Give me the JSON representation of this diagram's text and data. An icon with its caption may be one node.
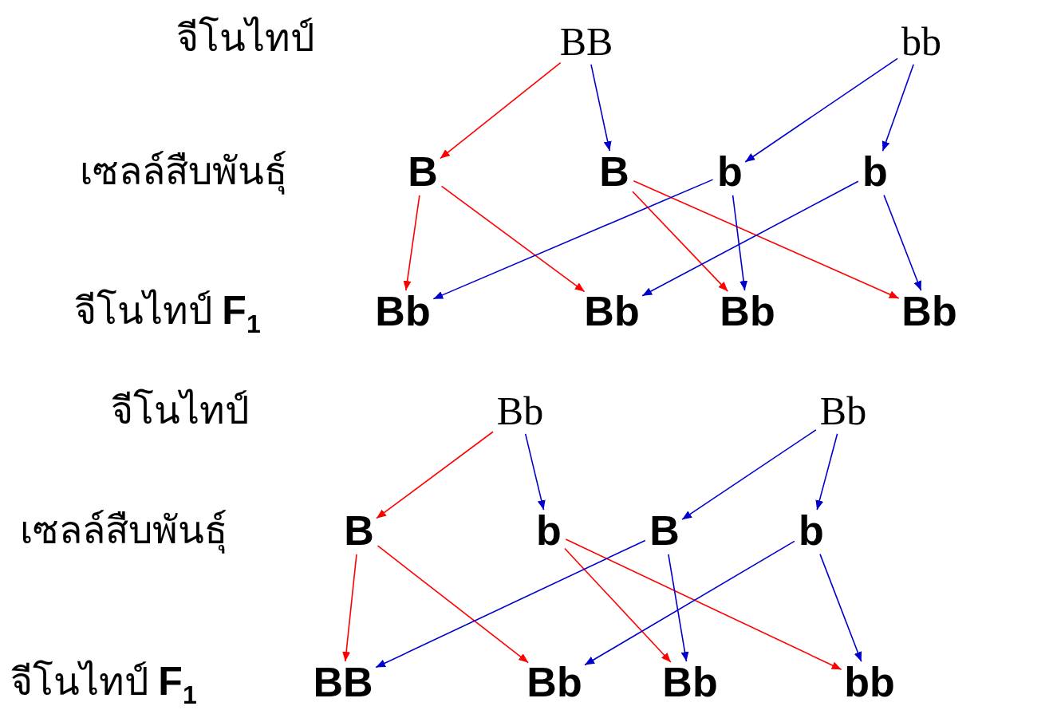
{
  "diagram": {
    "nodes": [
      {
        "text": [
          "BB"
        ]
      },
      {
        "text": [
          "bb"
        ]
      },
      {
        "text": [
          "B"
        ]
      },
      {
        "text": [
          "B"
        ]
      },
      {
        "text": [
          "b"
        ]
      },
      {
        "text": [
          "b"
        ]
      },
      {
        "text": [
          "Bb"
        ]
      },
      {
        "text": [
          "Bb"
        ]
      },
      {
        "text": [
          "Bb"
        ]
      },
      {
        "text": [
          "Bb"
        ]
      },
      {
        "text": [
          "Bb"
        ]
      },
      {
        "text": [
          "Bb"
        ]
      },
      {
        "text": [
          "B"
        ]
      },
      {
        "text": [
          "b"
        ]
      },
      {
        "text": [
          "B"
        ]
      },
      {
        "text": [
          "b"
        ]
      },
      {
        "text": [
          "BB"
        ]
      },
      {
        "text": [
          "Bb"
        ]
      },
      {
        "text": [
          "Bb"
        ]
      },
      {
        "text": [
          "bb"
        ]
      }
    ],
    "edges": [
      {
        "from": 0,
        "to": 2,
        "arrow": "to",
        "color": "#ff0000"
      },
      {
        "from": 0,
        "to": 3,
        "arrow": "to",
        "color": "#0000cc"
      },
      {
        "from": 1,
        "to": 4,
        "arrow": "to",
        "color": "#0000cc"
      },
      {
        "from": 1,
        "to": 5,
        "arrow": "to",
        "color": "#0000cc"
      },
      {
        "from": 2,
        "to": 6,
        "arrow": "to",
        "color": "#ff0000"
      },
      {
        "from": 2,
        "to": 7,
        "arrow": "to",
        "color": "#ff0000"
      },
      {
        "from": 3,
        "to": 8,
        "arrow": "to",
        "color": "#ff0000"
      },
      {
        "from": 3,
        "to": 9,
        "arrow": "to",
        "color": "#ff0000"
      },
      {
        "from": 4,
        "to": 6,
        "arrow": "to",
        "color": "#0000cc"
      },
      {
        "from": 4,
        "to": 8,
        "arrow": "to",
        "color": "#0000cc"
      },
      {
        "from": 5,
        "to": 7,
        "arrow": "to",
        "color": "#0000cc"
      },
      {
        "from": 5,
        "to": 9,
        "arrow": "to",
        "color": "#0000cc"
      },
      {
        "from": 10,
        "to": 12,
        "arrow": "to",
        "color": "#ff0000"
      },
      {
        "from": 10,
        "to": 13,
        "arrow": "to",
        "color": "#0000cc"
      },
      {
        "from": 11,
        "to": 14,
        "arrow": "to",
        "color": "#0000cc"
      },
      {
        "from": 11,
        "to": 15,
        "arrow": "to",
        "color": "#0000cc"
      },
      {
        "from": 12,
        "to": 16,
        "arrow": "to",
        "color": "#ff0000"
      },
      {
        "from": 12,
        "to": 17,
        "arrow": "to",
        "color": "#ff0000"
      },
      {
        "from": 13,
        "to": 18,
        "arrow": "to",
        "color": "#ff0000"
      },
      {
        "from": 13,
        "to": 19,
        "arrow": "to",
        "color": "#ff0000"
      },
      {
        "from": 14,
        "to": 16,
        "arrow": "to",
        "color": "#0000cc"
      },
      {
        "from": 14,
        "to": 18,
        "arrow": "to",
        "color": "#0000cc"
      },
      {
        "from": 15,
        "to": 17,
        "arrow": "to",
        "color": "#0000cc"
      },
      {
        "from": 15,
        "to": 19,
        "arrow": "to",
        "color": "#0000cc"
      }
    ],
    "labels": [
      "จีโนไทป์",
      "เซลล์สืบพันธุ์",
      "จีโนไทป์ **F**$_{1}$",
      "จีโนไทป์",
      "เซลล์สืบพันธุ์",
      "จีโนไทป์ **F**$_{1}$"
    ]
  }
}
